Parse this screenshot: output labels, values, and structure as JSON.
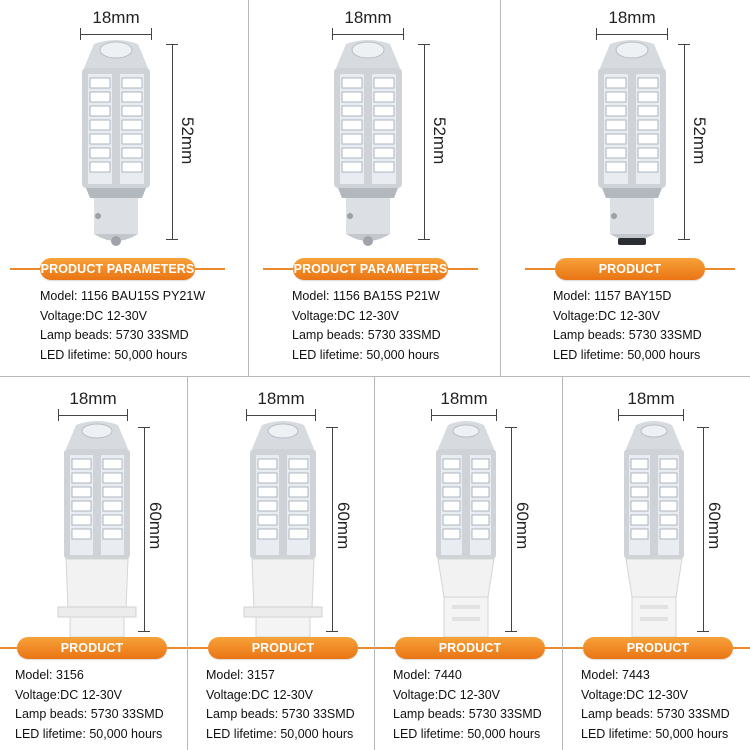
{
  "parameters_label": "PRODUCT PARAMETERS",
  "products": [
    {
      "id": "1156-ba15s-py21w",
      "width": "18mm",
      "height": "52mm",
      "base": "bayonet",
      "model": "Model: 1156 BAU15S PY21W",
      "voltage": "Voltage:DC 12-30V",
      "beads": "Lamp beads: 5730 33SMD",
      "lifetime": "LED lifetime: 50,000 hours"
    },
    {
      "id": "1156-ba15s-p21w",
      "width": "18mm",
      "height": "52mm",
      "base": "bayonet",
      "model": "Model: 1156 BA15S P21W",
      "voltage": "Voltage:DC 12-30V",
      "beads": "Lamp beads: 5730 33SMD",
      "lifetime": "LED lifetime: 50,000 hours"
    },
    {
      "id": "1157-bay15d",
      "width": "18mm",
      "height": "52mm",
      "base": "bayonet-dual",
      "model": "Model: 1157 BAY15D",
      "voltage": "Voltage:DC 12-30V",
      "beads": "Lamp beads: 5730 33SMD",
      "lifetime": "LED lifetime: 50,000 hours"
    },
    {
      "id": "3156",
      "width": "18mm",
      "height": "60mm",
      "base": "wedge-3156",
      "model": "Model: 3156",
      "voltage": "Voltage:DC 12-30V",
      "beads": "Lamp beads: 5730 33SMD",
      "lifetime": "LED lifetime: 50,000 hours"
    },
    {
      "id": "3157",
      "width": "18mm",
      "height": "60mm",
      "base": "wedge-3156",
      "model": "Model: 3157",
      "voltage": "Voltage:DC 12-30V",
      "beads": "Lamp beads: 5730 33SMD",
      "lifetime": "LED lifetime: 50,000 hours"
    },
    {
      "id": "7440",
      "width": "18mm",
      "height": "60mm",
      "base": "wedge-t20",
      "model": "Model: 7440",
      "voltage": "Voltage:DC 12-30V",
      "beads": "Lamp beads: 5730 33SMD",
      "lifetime": "LED lifetime: 50,000 hours"
    },
    {
      "id": "7443",
      "width": "18mm",
      "height": "60mm",
      "base": "wedge-t20",
      "model": "Model: 7443",
      "voltage": "Voltage:DC 12-30V",
      "beads": "Lamp beads: 5730 33SMD",
      "lifetime": "LED lifetime: 50,000 hours"
    }
  ],
  "colors": {
    "badge": "#ee7d1c",
    "separator": "#b8b8b8",
    "chip": "#f4f7fb",
    "metal": "#cfd3d8"
  }
}
